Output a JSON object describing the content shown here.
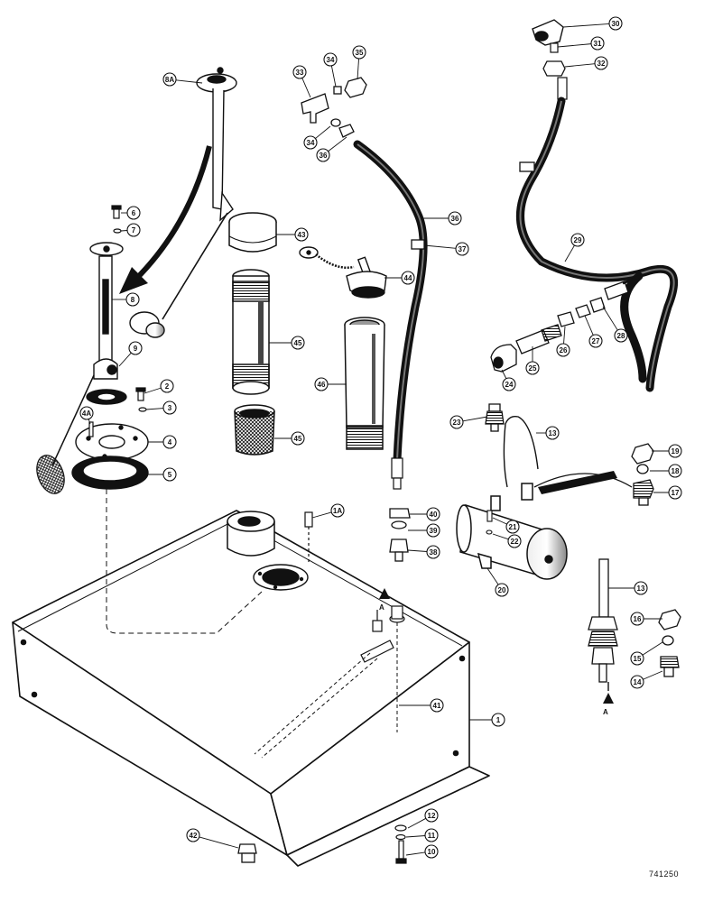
{
  "callouts": [
    {
      "id": "c-8a",
      "label": "8A"
    },
    {
      "id": "c-6",
      "label": "6"
    },
    {
      "id": "c-7",
      "label": "7"
    },
    {
      "id": "c-8",
      "label": "8"
    },
    {
      "id": "c-9",
      "label": "9"
    },
    {
      "id": "c-2",
      "label": "2"
    },
    {
      "id": "c-3",
      "label": "3"
    },
    {
      "id": "c-4a",
      "label": "4A"
    },
    {
      "id": "c-4",
      "label": "4"
    },
    {
      "id": "c-5",
      "label": "5"
    },
    {
      "id": "c-43",
      "label": "43"
    },
    {
      "id": "c-44",
      "label": "44"
    },
    {
      "id": "c-45a",
      "label": "45"
    },
    {
      "id": "c-46",
      "label": "46"
    },
    {
      "id": "c-45b",
      "label": "45"
    },
    {
      "id": "c-33",
      "label": "33"
    },
    {
      "id": "c-34a",
      "label": "34"
    },
    {
      "id": "c-35",
      "label": "35"
    },
    {
      "id": "c-34b",
      "label": "34"
    },
    {
      "id": "c-36a",
      "label": "36"
    },
    {
      "id": "c-36b",
      "label": "36"
    },
    {
      "id": "c-37",
      "label": "37"
    },
    {
      "id": "c-30",
      "label": "30"
    },
    {
      "id": "c-31",
      "label": "31"
    },
    {
      "id": "c-32",
      "label": "32"
    },
    {
      "id": "c-29",
      "label": "29"
    },
    {
      "id": "c-28a",
      "label": "28"
    },
    {
      "id": "c-27",
      "label": "27"
    },
    {
      "id": "c-26",
      "label": "26"
    },
    {
      "id": "c-25",
      "label": "25"
    },
    {
      "id": "c-24",
      "label": "24"
    },
    {
      "id": "c-23",
      "label": "23"
    },
    {
      "id": "c-13a",
      "label": "13"
    },
    {
      "id": "c-19a",
      "label": "19"
    },
    {
      "id": "c-18",
      "label": "18"
    },
    {
      "id": "c-17",
      "label": "17"
    },
    {
      "id": "c-21",
      "label": "21"
    },
    {
      "id": "c-22",
      "label": "22"
    },
    {
      "id": "c-20",
      "label": "20"
    },
    {
      "id": "c-40",
      "label": "40"
    },
    {
      "id": "c-39",
      "label": "39"
    },
    {
      "id": "c-38",
      "label": "38"
    },
    {
      "id": "c-1a",
      "label": "1A"
    },
    {
      "id": "c-41",
      "label": "41"
    },
    {
      "id": "c-1",
      "label": "1"
    },
    {
      "id": "c-13b",
      "label": "13"
    },
    {
      "id": "c-16",
      "label": "16"
    },
    {
      "id": "c-15",
      "label": "15"
    },
    {
      "id": "c-14",
      "label": "14"
    },
    {
      "id": "c-42",
      "label": "42"
    },
    {
      "id": "c-12",
      "label": "12"
    },
    {
      "id": "c-11",
      "label": "11"
    },
    {
      "id": "c-10",
      "label": "10"
    }
  ],
  "markers": {
    "a_top": "A",
    "a_bottom": "A"
  },
  "reference_number": "741250"
}
